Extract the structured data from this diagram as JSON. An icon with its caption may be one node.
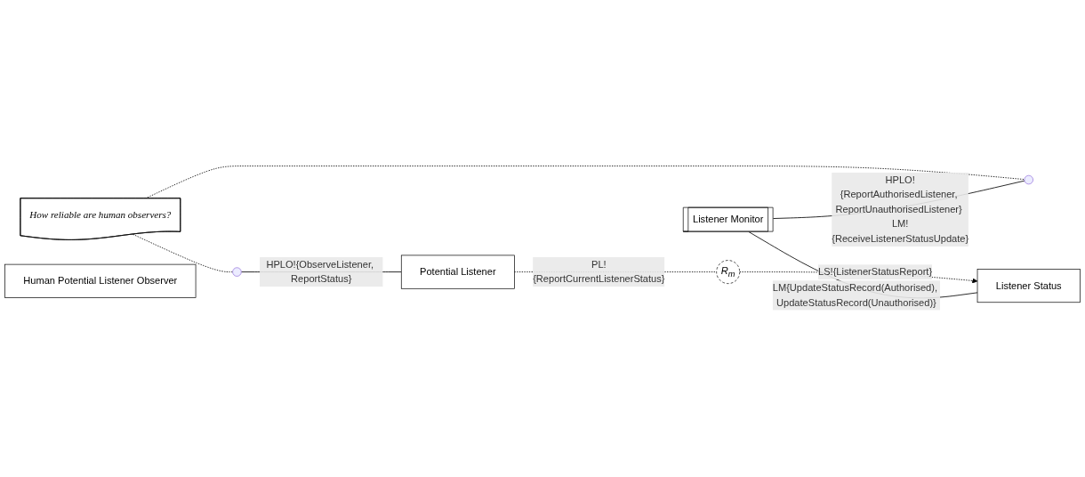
{
  "diagram": {
    "nodes": [
      {
        "text": [
          "How reliable are human observers?"
        ]
      },
      {
        "text": [],
        "shape": "ellipse"
      },
      {
        "text": [
          "Human Potential Listener Observer"
        ]
      },
      {
        "text": [],
        "shape": "ellipse"
      },
      {
        "text": [
          "Potential Listener"
        ]
      },
      {
        "text": [
          "Listener Monitor"
        ]
      },
      {
        "text": [
          "R$_{m}$"
        ]
      },
      {
        "text": [
          "Listener Status"
        ]
      }
    ],
    "edges": [
      {
        "from": 0,
        "to": 1,
        "arrow": "none",
        "style": "dashed"
      },
      {
        "from": 0,
        "to": 3,
        "arrow": "none",
        "style": "dashed"
      },
      {
        "from": 5,
        "to": 1,
        "arrow": "none",
        "label": "HPLO!{ReportAuthorisedListener, ReportUnauthorisedListener} LM!{ReceiveListenerStatusUpdate}"
      },
      {
        "from": 3,
        "to": 4,
        "arrow": "none",
        "label": "HPLO!{ObserveListener, ReportStatus}"
      },
      {
        "from": 4,
        "to": 6,
        "arrow": "none",
        "style": "dashed",
        "label": "PL!{ReportCurrentListenerStatus}"
      },
      {
        "from": 6,
        "to": 7,
        "arrow": "to",
        "style": "dashed",
        "label": "LS!{ListenerStatusReport}"
      },
      {
        "from": 5,
        "to": 7,
        "arrow": "none",
        "label": "LM{UpdateStatusRecord(Authorised), UpdateStatusRecord(Unauthorised)}"
      }
    ]
  }
}
